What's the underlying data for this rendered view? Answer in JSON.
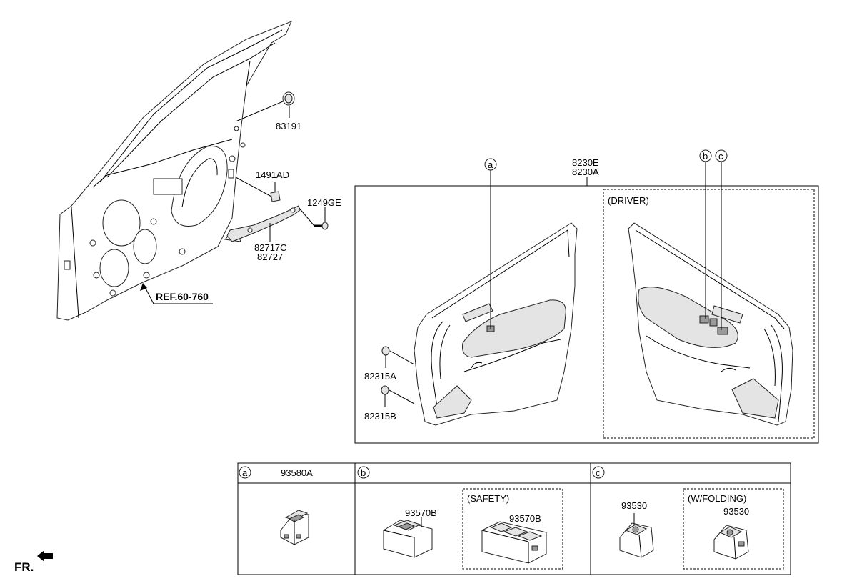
{
  "callouts": {
    "grommet": "83191",
    "clip": "1491AD",
    "screw": "1249GE",
    "bracket_top": "82717C",
    "bracket_bottom": "82727",
    "reference": "REF.60-760",
    "panel_top": "8230E",
    "panel_bottom": "8230A",
    "driver": "(DRIVER)",
    "fastener_a": "82315A",
    "fastener_b": "82315B",
    "front": "FR."
  },
  "markers": {
    "a": "a",
    "b": "b",
    "c": "c"
  },
  "table": {
    "a": {
      "letter": "a",
      "header_part": "93580A"
    },
    "b": {
      "letter": "b",
      "part": "93570B",
      "safety": "(SAFETY)",
      "safety_part": "93570B"
    },
    "c": {
      "letter": "c",
      "part": "93530",
      "folding": "(W/FOLDING)",
      "folding_part": "93530"
    }
  }
}
